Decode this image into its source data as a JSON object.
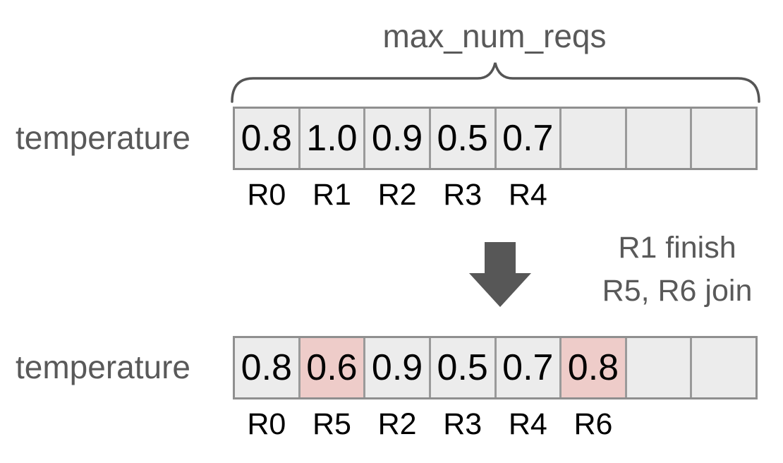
{
  "brace": {
    "label": "max_num_reqs"
  },
  "before": {
    "row_label": "temperature",
    "cells": [
      {
        "value": "0.8",
        "highlight": false
      },
      {
        "value": "1.0",
        "highlight": false
      },
      {
        "value": "0.9",
        "highlight": false
      },
      {
        "value": "0.5",
        "highlight": false
      },
      {
        "value": "0.7",
        "highlight": false
      },
      {
        "value": "",
        "highlight": false
      },
      {
        "value": "",
        "highlight": false
      },
      {
        "value": "",
        "highlight": false
      }
    ],
    "request_labels": [
      "R0",
      "R1",
      "R2",
      "R3",
      "R4"
    ]
  },
  "transition": {
    "line1": "R1 finish",
    "line2": "R5, R6 join"
  },
  "after": {
    "row_label": "temperature",
    "cells": [
      {
        "value": "0.8",
        "highlight": false
      },
      {
        "value": "0.6",
        "highlight": true
      },
      {
        "value": "0.9",
        "highlight": false
      },
      {
        "value": "0.5",
        "highlight": false
      },
      {
        "value": "0.7",
        "highlight": false
      },
      {
        "value": "0.8",
        "highlight": true
      },
      {
        "value": "",
        "highlight": false
      },
      {
        "value": "",
        "highlight": false
      }
    ],
    "request_labels": [
      "R0",
      "R5",
      "R2",
      "R3",
      "R4",
      "R6"
    ]
  },
  "colors": {
    "cell_bg": "#ececec",
    "cell_highlight": "#eeccc9",
    "grid_line": "#9a9a9a",
    "outer_border": "#8f8f8f",
    "gray_text": "#595959",
    "arrow": "#575757",
    "brace": "#555555",
    "value_text": "#000000"
  }
}
